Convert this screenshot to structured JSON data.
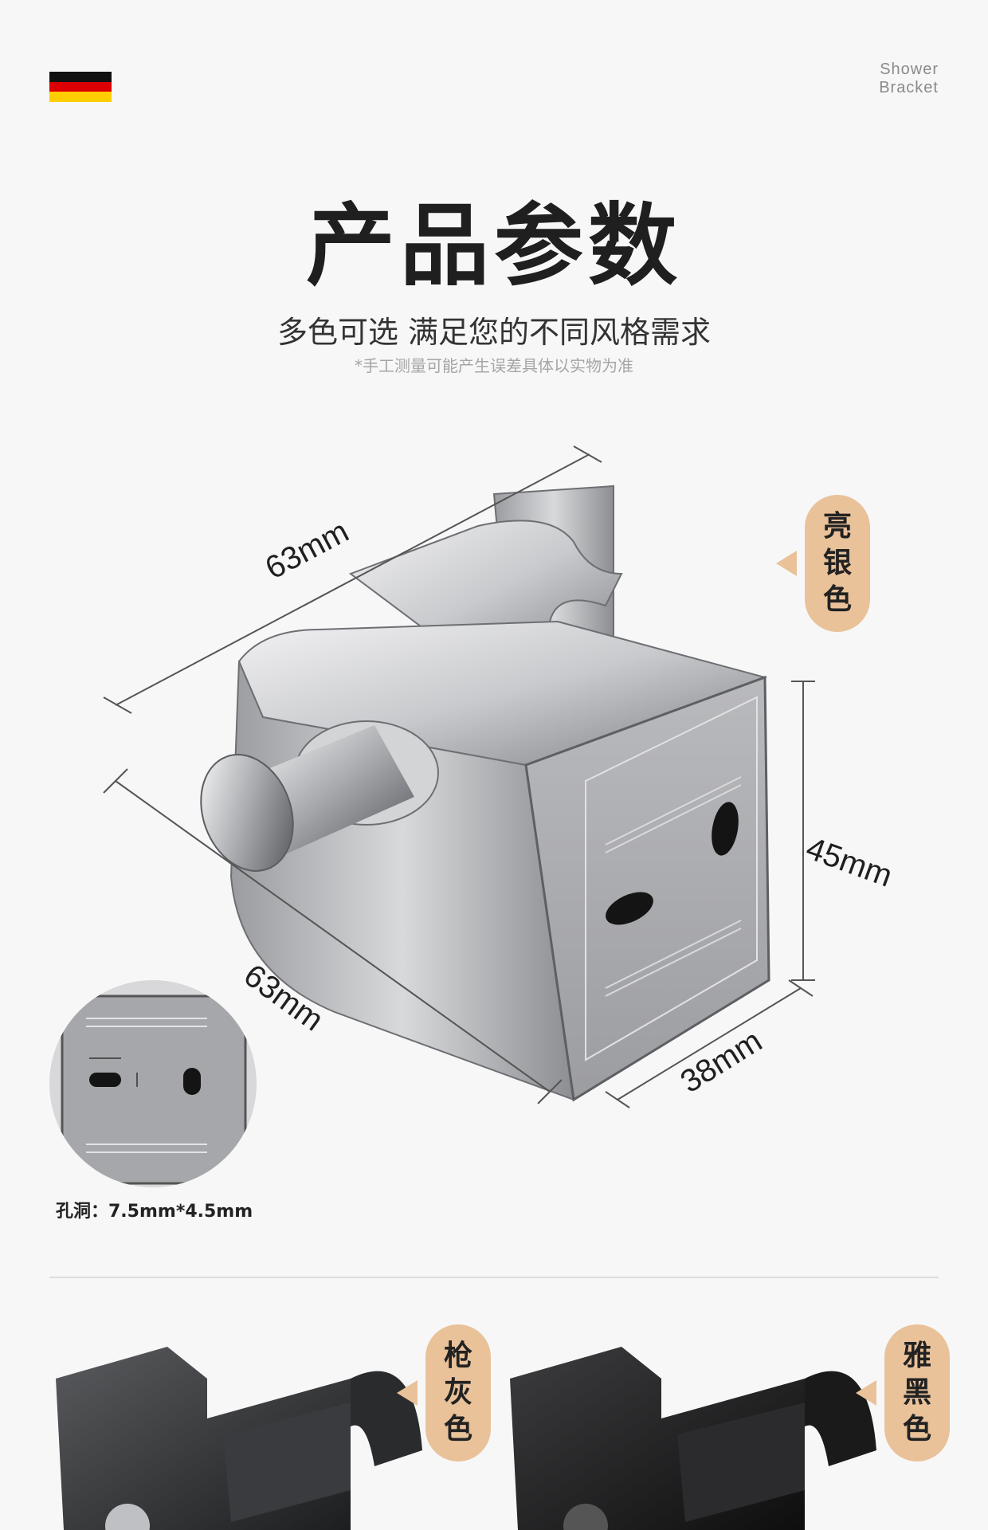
{
  "header": {
    "brand_line1": "Shower",
    "brand_line2": "Bracket",
    "flag_colors": [
      "#111111",
      "#dd0000",
      "#ffce00"
    ]
  },
  "title": "产品参数",
  "subtitle": "多色可选 满足您的不同风格需求",
  "note": "*手工测量可能产生误差具体以实物为准",
  "dimensions": {
    "top_length": "63mm",
    "bottom_length": "63mm",
    "height": "45mm",
    "depth": "38mm"
  },
  "hole_spec": "孔洞：7.5mm*4.5mm",
  "colors": [
    {
      "chars": [
        "亮",
        "银",
        "色"
      ]
    },
    {
      "chars": [
        "枪",
        "灰",
        "色"
      ]
    },
    {
      "chars": [
        "雅",
        "黑",
        "色"
      ]
    }
  ],
  "accent_color": "#e9c29a"
}
